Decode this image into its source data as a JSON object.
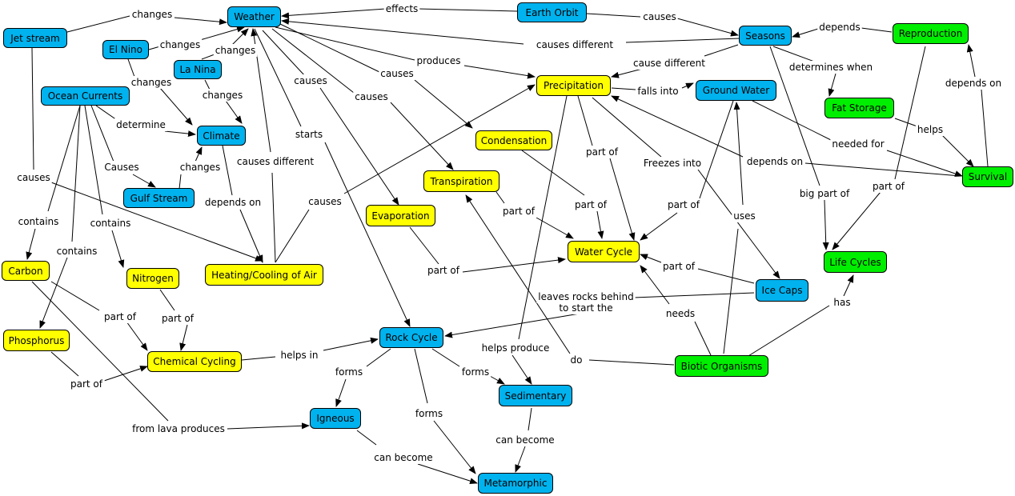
{
  "colors": {
    "blue": "#00b2ee",
    "yellow": "#ffff00",
    "green": "#00ee00"
  },
  "nodes": {
    "weather": "Weather",
    "earth_orbit": "Earth Orbit",
    "seasons": "Seasons",
    "reproduction": "Reproduction",
    "jet_stream": "Jet stream",
    "el_nino": "El Nino",
    "la_nina": "La Nina",
    "ocean_currents": "Ocean Currents",
    "climate": "Climate",
    "gulf_stream": "Gulf Stream",
    "precipitation": "Precipitation",
    "ground_water": "Ground Water",
    "fat_storage": "Fat Storage",
    "survival": "Survival",
    "condensation": "Condensation",
    "transpiration": "Transpiration",
    "evaporation": "Evaporation",
    "water_cycle": "Water Cycle",
    "life_cycles": "Life Cycles",
    "carbon": "Carbon",
    "nitrogen": "Nitrogen",
    "heating_cooling": "Heating/Cooling of Air",
    "ice_caps": "Ice Caps",
    "phosphorus": "Phosphorus",
    "chemical_cycling": "Chemical Cycling",
    "rock_cycle": "Rock Cycle",
    "biotic_organisms": "Biotic Organisms",
    "sedimentary": "Sedimentary",
    "igneous": "Igneous",
    "metamorphic": "Metamorphic"
  },
  "links": {
    "jet_changes": "changes",
    "orbit_effects": "effects",
    "orbit_causes": "causes",
    "seasons_causes_different": "causes different",
    "repro_depends": "depends",
    "elnino_changes": "changes",
    "lanina_changes": "changes",
    "elnino_climate_changes": "changes",
    "lanina_climate_changes": "changes",
    "weather_produces": "produces",
    "seasons_cause_different": "cause different",
    "seasons_determines_when": "determines when",
    "weather_causes_evap": "causes",
    "weather_causes_cond": "causes",
    "weather_causes_trans": "causes",
    "precip_falls_into": "falls into",
    "survival_depends_on_repro": "depends on",
    "ocean_determine": "determine",
    "weather_starts": "starts",
    "climate_causes_different": "causes different",
    "gulf_changes": "changes",
    "ocean_causes_gulf": "Causes",
    "fat_helps": "helps",
    "gw_needed_for": "needed for",
    "precip_part_of": "part of",
    "precip_freezes": "Freezes into",
    "survival_depends_on": "depends on",
    "jet_causes": "causes",
    "heating_causes": "causes",
    "gw_part_of": "part of",
    "repro_part_of": "part of",
    "seasons_big_part_of": "big part of",
    "climate_depends_on": "depends on",
    "ocean_contains_carbon": "contains",
    "ocean_contains_nitrogen": "contains",
    "trans_part_of": "part of",
    "cond_part_of": "part of",
    "biotic_uses": "uses",
    "ocean_contains_phos": "contains",
    "evap_part_of": "part of",
    "ice_part_of": "part of",
    "ice_leaves_rocks": "leaves rocks behind",
    "ice_leaves_rocks_2": "to start the",
    "life_has": "has",
    "carbon_part_of": "part of",
    "nitrogen_part_of": "part of",
    "biotic_needs": "needs",
    "chem_helps_in": "helps in",
    "precip_helps_produce": "helps produce",
    "biotic_do": "do",
    "rock_forms_ig": "forms",
    "rock_forms_sed": "forms",
    "phos_part_of": "part of",
    "rock_forms_meta": "forms",
    "carbon_from_lava": "from lava produces",
    "sed_can_become": "can become",
    "ig_can_become": "can become"
  }
}
